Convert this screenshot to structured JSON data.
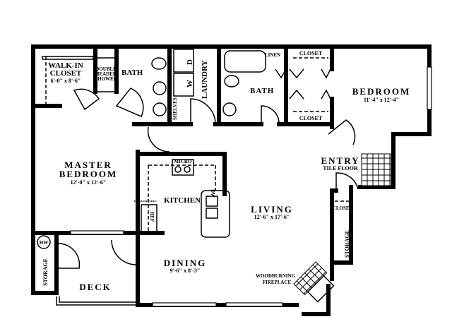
{
  "rooms": {
    "walk_in_closet": {
      "name_1": "WALK-IN",
      "name_2": "CLOSET",
      "size": "6'-0\" x 8'-6\""
    },
    "shower": {
      "line_1": "DOUBLE",
      "line_2": "HEADED",
      "line_3": "SHOWER"
    },
    "master_bath": {
      "name": "BATH"
    },
    "laundry": {
      "name": "LAUNDRY",
      "washer": "W",
      "dryer": "D",
      "shelves": "SHELVES"
    },
    "bath": {
      "name": "BATH",
      "linen": "LINEN"
    },
    "bedroom_closet_top": {
      "name": "CLOSET"
    },
    "bedroom_closet_bottom": {
      "name": "CLOSET"
    },
    "bedroom": {
      "name": "BEDROOM",
      "size": "11'-4\" x 12'-4\""
    },
    "master_bedroom": {
      "name_1": "MASTER",
      "name_2": "BEDROOM",
      "size": "12'-0\" x 12'-6\""
    },
    "kitchen": {
      "name": "KITCHEN",
      "micro": "MICRO",
      "dw": "DW",
      "ref": "REF"
    },
    "entry": {
      "name": "ENTRY",
      "floor": "TILE FLOOR"
    },
    "entry_closet": {
      "name": "CLOSET"
    },
    "storage_right": {
      "name": "STORAGE"
    },
    "living": {
      "name": "LIVING",
      "size": "12'-6\" x 17'-6\""
    },
    "dining": {
      "name": "DINING",
      "size": "9'-6\" x 8'-3\""
    },
    "fireplace": {
      "line_1": "WOODBURNING",
      "line_2": "FIREPLACE"
    },
    "deck": {
      "name": "DECK"
    },
    "storage_left": {
      "name": "STORAGE",
      "hw": "HW"
    }
  }
}
